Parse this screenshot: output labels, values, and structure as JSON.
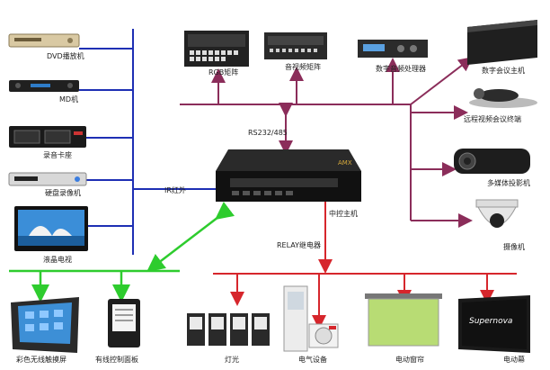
{
  "colors": {
    "ir_bus": "#1e2fb4",
    "rs232_bus": "#8b2d5a",
    "relay_bus": "#d6262c",
    "wireless_link": "#2ecc2e",
    "device_dark": "#1c1c1c",
    "device_silver": "#c8c8c8"
  },
  "labels": {
    "dvd": "DVD播放机",
    "md": "MD机",
    "cassette": "录音卡座",
    "hdd_recorder": "硬盘录像机",
    "lcd_tv": "液晶电视",
    "rgb_matrix": "RGB矩阵",
    "av_matrix": "音视频矩阵",
    "audio_processor": "数字音频处理器",
    "conference": "数字会议主机",
    "video_conf": "远程视频会议终端",
    "projector": "多媒体投影机",
    "camera": "摄像机",
    "rs232": "RS232/485",
    "ir": "IR红外",
    "controller": "中控主机",
    "relay": "RELAY继电器",
    "touch_panel": "彩色无线触摸屏",
    "wired_panel": "有线控制面板",
    "lights": "灯光",
    "appliances": "电气设备",
    "curtain": "电动窗帘",
    "screen": "电动幕"
  },
  "device_text": {
    "controller_brand": "AMX",
    "screen_logo": "Supernova"
  }
}
